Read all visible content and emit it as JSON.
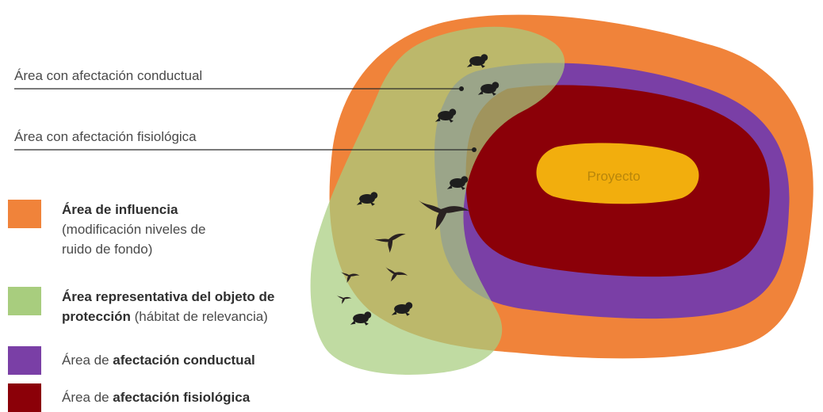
{
  "callouts": {
    "conductual": "Área con afectación conductual",
    "fisiologica": "Área con afectación fisiológica"
  },
  "project_label": "Proyecto",
  "legend": {
    "influencia": {
      "bold": "Área de influencia",
      "rest1": "(modificación niveles de",
      "rest2": "ruido de fondo)",
      "color": "#f0833a"
    },
    "representativa": {
      "bold1": "Área representativa del objeto de",
      "bold2": "protección",
      "rest": " (hábitat de relevancia)",
      "color": "#a8cd7e"
    },
    "conductual": {
      "pre": "Área de ",
      "bold": "afectación conductual",
      "color": "#7a3fa6"
    },
    "fisiologica": {
      "pre": "Área de ",
      "bold": "afectación fisiológica",
      "color": "#8b0008"
    }
  },
  "icons": [
    "frog-icon",
    "bird-icon"
  ]
}
